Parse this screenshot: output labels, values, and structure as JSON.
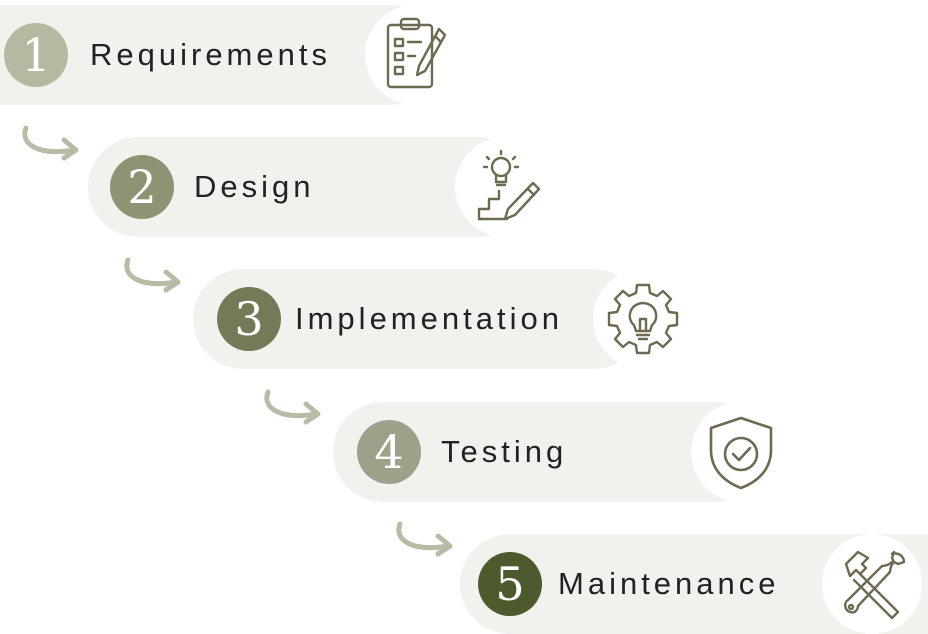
{
  "colors": {
    "pill": "#f1f1ee",
    "icon_stroke": "#6e6a52",
    "arrow": "#b8bba6"
  },
  "steps": [
    {
      "number": "1",
      "label": "Requirements",
      "icon": "clipboard-checklist-icon",
      "color": "#b5b9a2"
    },
    {
      "number": "2",
      "label": "Design",
      "icon": "lightbulb-pencil-icon",
      "color": "#8e9473"
    },
    {
      "number": "3",
      "label": "Implementation",
      "icon": "gear-bulb-icon",
      "color": "#737a58"
    },
    {
      "number": "4",
      "label": "Testing",
      "icon": "shield-check-icon",
      "color": "#9ea18a"
    },
    {
      "number": "5",
      "label": "Maintenance",
      "icon": "hammer-wrench-icon",
      "color": "#4d5a2e"
    }
  ]
}
